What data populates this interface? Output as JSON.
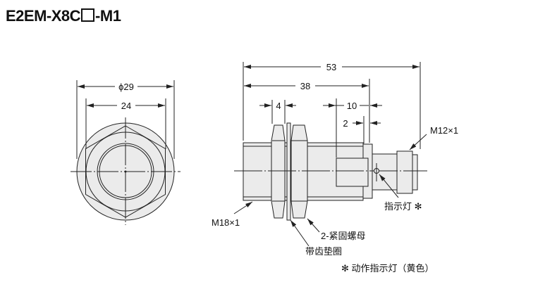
{
  "title": {
    "prefix": "E2EM-X8C",
    "suffix": "-M1"
  },
  "front_view": {
    "dim_outer": "ϕ29",
    "dim_hex": "24"
  },
  "side_view": {
    "dim_total": "53",
    "dim_body": "38",
    "dim_nut": "4",
    "dim_window": "10",
    "dim_step": "2",
    "label_connector": "M12×1",
    "label_thread": "M18×1",
    "label_indicator": "指示灯 ✻",
    "label_nuts": "2-紧固螺母",
    "label_washer": "带齿垫圈"
  },
  "note": "✻ 动作指示灯（黄色）",
  "colors": {
    "fill": "#ebebeb",
    "line": "#222222"
  }
}
